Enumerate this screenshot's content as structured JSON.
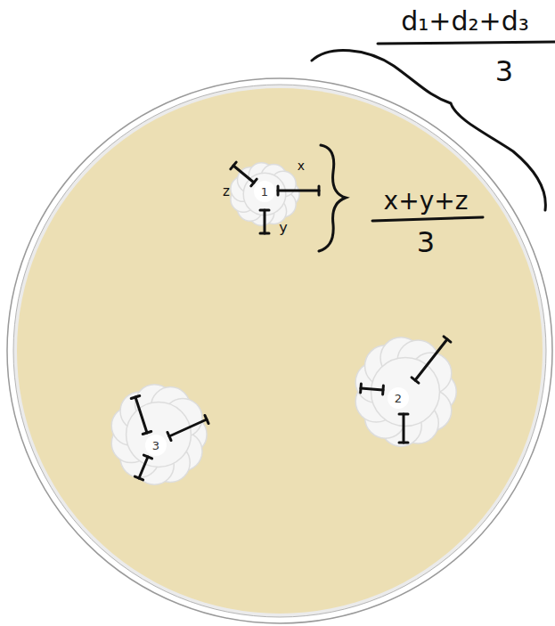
{
  "diagram": {
    "nodes": [
      {
        "text": [
          "1"
        ]
      },
      {
        "text": [
          "2"
        ]
      },
      {
        "text": [
          "3"
        ]
      }
    ],
    "labels": [
      "d₁+d₂+d₃",
      "3",
      "x",
      "z",
      "y",
      "x+y+z",
      "3"
    ]
  }
}
